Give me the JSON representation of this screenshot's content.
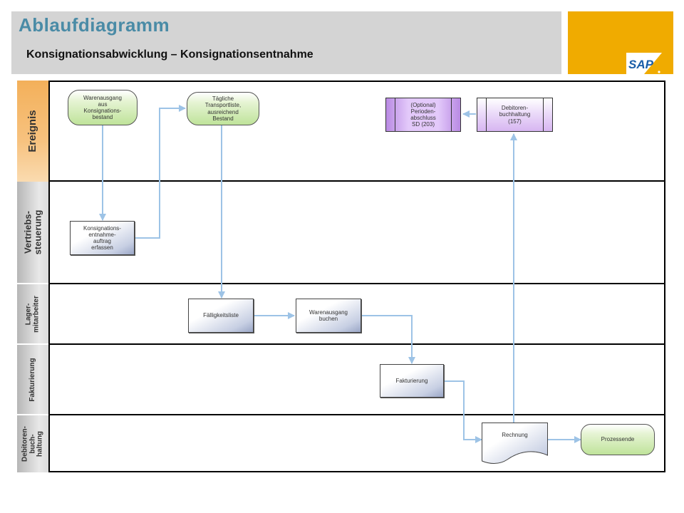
{
  "header": {
    "title": "Ablaufdiagramm",
    "subtitle": "Konsignationsabwicklung – Konsignationsentnahme"
  },
  "logo": {
    "text": "SAP"
  },
  "lanes": [
    {
      "label": "Ereignis"
    },
    {
      "label": "Vertriebs-\nsteuerung"
    },
    {
      "label": "Lager-\nmitarbeiter"
    },
    {
      "label": "Fakturierung"
    },
    {
      "label": "Debitoren-\nbuch-\nhaltung"
    }
  ],
  "nodes": {
    "warenausgang_event": "Warenausgang\naus\nKonsignations-\nbestand",
    "transportliste_event": "Tägliche\nTransportliste,\nausreichend\nBestand",
    "periodenabschluss": "(Optional)\nPerioden-\nabschluss\nSD (203)",
    "debitorenbuchhaltung": "Debitoren-\nbuchhaltung\n(157)",
    "auftrag_erfassen": "Konsignations-\nentnahme-\nauftrag\nerfassen",
    "faelligkeitsliste": "Fälligkeitsliste",
    "warenausgang_buchen": "Warenausgang\nbuchen",
    "fakturierung": "Fakturierung",
    "rechnung": "Rechnung",
    "prozessende": "Prozessende"
  },
  "colors": {
    "title": "#4a8ba6",
    "header_bg": "#d4d4d4",
    "logo_bg": "#f0ab00",
    "connector": "#9dc3e6",
    "event_green": "#bfe39a",
    "subprocess_purple": "#cfa6ee"
  }
}
